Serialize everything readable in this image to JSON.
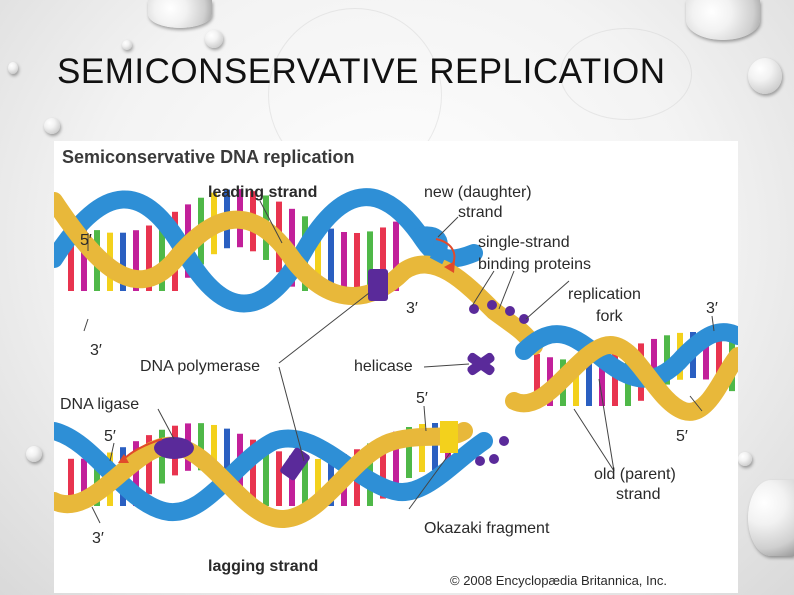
{
  "slide": {
    "title": "SEMICONSERVATIVE REPLICATION"
  },
  "figure": {
    "title": "Semiconservative DNA replication",
    "labels": {
      "leading_strand": "leading strand",
      "new_daughter_strand_1": "new (daughter)",
      "new_daughter_strand_2": "strand",
      "single_strand_binding_1": "single-strand",
      "single_strand_binding_2": "binding proteins",
      "replication_fork_1": "replication",
      "replication_fork_2": "fork",
      "dna_polymerase": "DNA polymerase",
      "helicase": "helicase",
      "dna_ligase": "DNA ligase",
      "old_parent_strand_1": "old (parent)",
      "old_parent_strand_2": "strand",
      "okazaki_fragment": "Okazaki fragment",
      "lagging_strand": "lagging strand",
      "five_prime": "5′",
      "three_prime": "3′"
    },
    "copyright": "© 2008 Encyclopædia Britannica, Inc."
  },
  "colors": {
    "backbone_blue": "#2e8fd6",
    "backbone_gold": "#e8b83a",
    "base_red": "#e8344f",
    "base_magenta": "#c2209a",
    "base_green": "#4fb848",
    "base_yellow": "#f3d11c",
    "base_blue": "#2a5fc1",
    "protein_purple": "#5a2a9a",
    "arrow_red": "#e14a2a"
  }
}
